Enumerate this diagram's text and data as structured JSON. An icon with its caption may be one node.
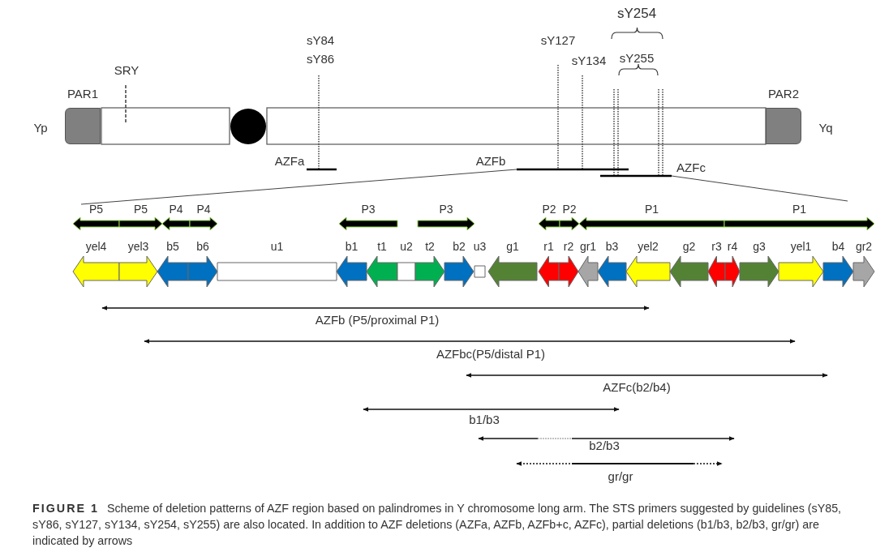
{
  "diagram": {
    "caption": "**FIGURE 1** Scheme of deletion patterns of AZF region based on palindromes in Y chromosome long arm. The STS primers suggested by guidelines (sY85, sY86, sY127, sY134, sY254, sY255) are also located. In addition to AZF deletions (AZFa, AZFb, AZFb+c, AZFc), partial deletions (b1/b3, b2/b3, gr/gr) are indicated by arrows",
    "nodes": [
      {
        "text": [
          "PAR1"
        ]
      },
      {
        "text": [
          "PAR2"
        ]
      },
      {
        "text": [
          "P5"
        ]
      },
      {
        "text": [
          "P5"
        ]
      },
      {
        "text": [
          "P4"
        ]
      },
      {
        "text": [
          "P4"
        ]
      },
      {
        "text": [
          "P3"
        ]
      },
      {
        "text": [
          "P3"
        ]
      },
      {
        "text": [
          "P2"
        ]
      },
      {
        "text": [
          "P2"
        ]
      },
      {
        "text": [
          "P1"
        ]
      },
      {
        "text": [
          "P1"
        ]
      },
      {
        "text": [
          "yel4"
        ]
      },
      {
        "text": [
          "yel3"
        ]
      },
      {
        "text": [
          "b5"
        ]
      },
      {
        "text": [
          "b6"
        ]
      },
      {
        "text": [
          "u1"
        ]
      },
      {
        "text": [
          "b1"
        ]
      },
      {
        "text": [
          "t1"
        ]
      },
      {
        "text": [
          "u2"
        ]
      },
      {
        "text": [
          "t2"
        ]
      },
      {
        "text": [
          "b2"
        ]
      },
      {
        "text": [
          "u3"
        ]
      },
      {
        "text": [
          "g1"
        ]
      },
      {
        "text": [
          "r1"
        ]
      },
      {
        "text": [
          "r2"
        ]
      },
      {
        "text": [
          "gr1"
        ]
      },
      {
        "text": [
          "b3"
        ]
      },
      {
        "text": [
          "yel2"
        ]
      },
      {
        "text": [
          "g2"
        ]
      },
      {
        "text": [
          "r3"
        ]
      },
      {
        "text": [
          "r4"
        ]
      },
      {
        "text": [
          "g3"
        ]
      },
      {
        "text": [
          "yel1"
        ]
      },
      {
        "text": [
          "b4"
        ]
      },
      {
        "text": [
          "gr2"
        ]
      }
    ],
    "labels": [
      "sY254",
      "sY84",
      "sY86",
      "sY127",
      "sY134",
      "sY255",
      "SRY",
      "Yp",
      "Yq",
      "AZFa",
      "AZFb",
      "AZFc",
      "AZFb (P5/proximal P1)",
      "AZFbc(P5/distal P1)",
      "AZFc(b2/b4)",
      "b1/b3",
      "b2/b3",
      "gr/gr"
    ]
  }
}
